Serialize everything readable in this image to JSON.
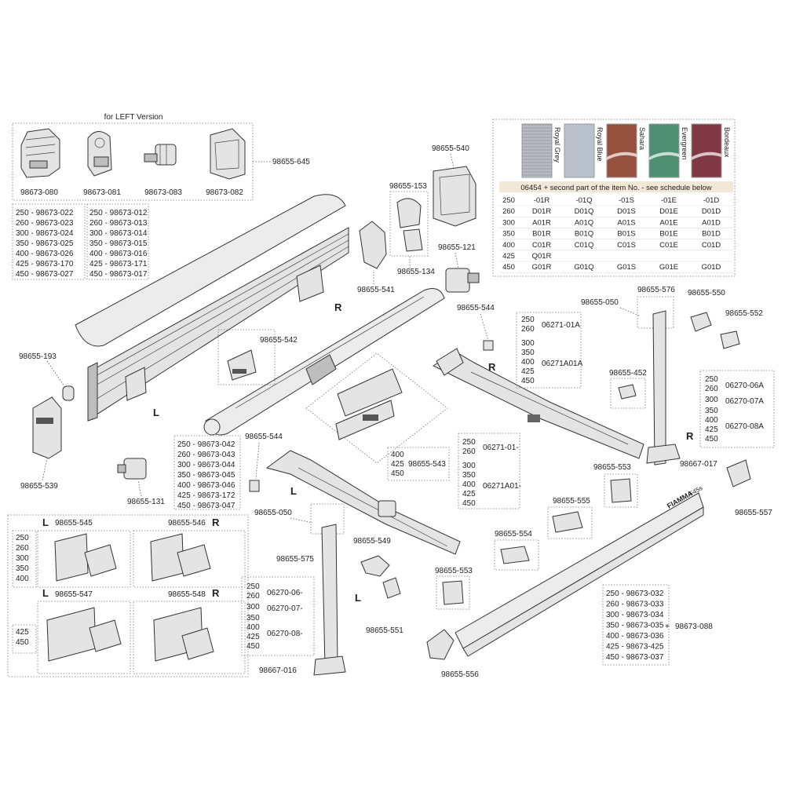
{
  "left_version": {
    "title": "for LEFT Version",
    "parts": [
      "98673-080",
      "98673-081",
      "98673-083",
      "98673-082"
    ],
    "group_label": "98655-645"
  },
  "size_lists": {
    "cover_left": [
      "250 - 98673-022",
      "260 - 98673-023",
      "300 - 98673-024",
      "350 - 98673-025",
      "400 - 98673-026",
      "425 - 98673-170",
      "450 - 98673-027"
    ],
    "cover_right": [
      "250 - 98673-012",
      "260 - 98673-013",
      "300 - 98673-014",
      "350 - 98673-015",
      "400 - 98673-016",
      "425 - 98673-171",
      "450 - 98673-017"
    ],
    "roller": [
      "250 - 98673-042",
      "260 - 98673-043",
      "300 - 98673-044",
      "350 - 98673-045",
      "400 - 98673-046",
      "425 - 98673-172",
      "450 - 98673-047"
    ],
    "front_bar": [
      "250 - 98673-032",
      "260 - 98673-033",
      "300 - 98673-034",
      "350 - 98673-035",
      "400 - 98673-036",
      "425 - 98673-425",
      "450 - 98673-037"
    ]
  },
  "fabric": {
    "swatches": [
      {
        "name": "Royal Grey",
        "color": "#a9adb3"
      },
      {
        "name": "Royal Blue",
        "color": "#b9c2cc"
      },
      {
        "name": "Sahara",
        "color": "#96503e"
      },
      {
        "name": "Evergreen",
        "color": "#4f8f74"
      },
      {
        "name": "Bordeaux",
        "color": "#7f3844"
      }
    ],
    "table_title": "06454 + second part of the item No. - see schedule below",
    "rows": [
      {
        "size": "250",
        "cells": [
          "-01R",
          "-01Q",
          "-01S",
          "-01E",
          "-01D"
        ]
      },
      {
        "size": "260",
        "cells": [
          "D01R",
          "D01Q",
          "D01S",
          "D01E",
          "D01D"
        ]
      },
      {
        "size": "300",
        "cells": [
          "A01R",
          "A01Q",
          "A01S",
          "A01E",
          "A01D"
        ]
      },
      {
        "size": "350",
        "cells": [
          "B01R",
          "B01Q",
          "B01S",
          "B01E",
          "B01D"
        ]
      },
      {
        "size": "400",
        "cells": [
          "C01R",
          "C01Q",
          "C01S",
          "C01E",
          "C01D"
        ]
      },
      {
        "size": "425",
        "cells": [
          "Q01R",
          "",
          "",
          "",
          ""
        ]
      },
      {
        "size": "450",
        "cells": [
          "G01R",
          "G01Q",
          "G01S",
          "G01E",
          "G01D"
        ]
      }
    ]
  },
  "arm_right": {
    "sizes_a": [
      "250",
      "260"
    ],
    "code_a": "06271-01A",
    "sizes_b": [
      "300",
      "350",
      "400",
      "425",
      "450"
    ],
    "code_b": "06271A01A"
  },
  "arm_left": {
    "sizes_a": [
      "250",
      "260"
    ],
    "code_a": "06271-01-",
    "sizes_b": [
      "300",
      "350",
      "400",
      "425",
      "450"
    ],
    "code_b": "06271A01-"
  },
  "leg_right": {
    "rows": [
      {
        "sizes": [
          "250",
          "260"
        ],
        "code": "06270-06A"
      },
      {
        "sizes": [
          "300"
        ],
        "code": "06270-07A"
      },
      {
        "sizes": [
          "350",
          "400",
          "425",
          "450"
        ],
        "code": "06270-08A"
      }
    ]
  },
  "leg_left": {
    "rows": [
      {
        "sizes": [
          "250",
          "260"
        ],
        "code": "06270-06-"
      },
      {
        "sizes": [
          "300"
        ],
        "code": "06270-07-"
      },
      {
        "sizes": [
          "350",
          "400",
          "425",
          "450"
        ],
        "code": "06270-08-"
      }
    ]
  },
  "slider": {
    "sizes": [
      "400",
      "425",
      "450"
    ],
    "code": "98655-543"
  },
  "brackets": {
    "sizes_top": [
      "250",
      "260",
      "300",
      "350",
      "400"
    ],
    "sizes_bottom": [
      "425",
      "450"
    ],
    "parts": [
      "98655-545",
      "98655-546",
      "98655-547",
      "98655-548"
    ]
  },
  "side": {
    "L": "L",
    "R": "R"
  },
  "brand": {
    "text": "FIAMMA",
    "model": "F45s"
  },
  "plus_sign": "+",
  "callouts": {
    "c540": "98655-540",
    "c153": "98655-153",
    "c134": "98655-134",
    "c541": "98655-541",
    "c121": "98655-121",
    "c542": "98655-542",
    "c193": "98655-193",
    "c539": "98655-539",
    "c131": "98655-131",
    "c544a": "98655-544",
    "c544b": "98655-544",
    "c576": "98655-576",
    "c050a": "98655-050",
    "c550": "98655-550",
    "c552": "98655-552",
    "c452": "98655-452",
    "c017": "98667-017",
    "c553a": "98655-553",
    "c555": "98655-555",
    "c554": "98655-554",
    "c553b": "98655-553",
    "c557": "98655-557",
    "c556": "98655-556",
    "c088": "98673-088",
    "c050b": "98655-050",
    "c575": "98655-575",
    "c549": "98655-549",
    "c551": "98655-551",
    "c016": "98667-016"
  }
}
